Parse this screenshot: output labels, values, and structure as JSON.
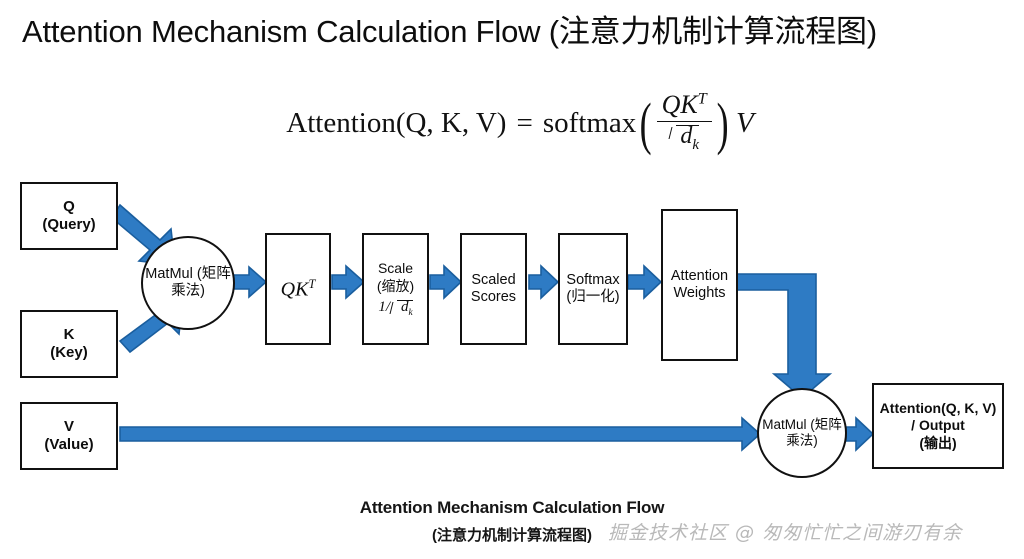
{
  "title": "Attention Mechanism Calculation Flow (注意力机制计算流程图)",
  "formula": {
    "lhs": "Attention(Q, K, V)",
    "equals": "=",
    "function": "softmax",
    "numerator": "QK",
    "numerator_sup": "T",
    "denominator_radicand": "d",
    "denominator_sub": "k",
    "trailing": "V",
    "plain_text": "Attention(Q, K, V) = softmax(QK^T / sqrt(d_k)) V"
  },
  "nodes": {
    "q": {
      "line1": "Q",
      "line2": "(Query)"
    },
    "k": {
      "line1": "K",
      "line2": "(Key)"
    },
    "v": {
      "line1": "V",
      "line2": "(Value)"
    },
    "matmul1": {
      "line1": "MatMul",
      "line2": "(矩阵乘法)"
    },
    "qkt": {
      "base": "QK",
      "sup": "T"
    },
    "scale": {
      "line1": "Scale",
      "line2": "(缩放)",
      "line3_prefix": "1/",
      "line3_radicand": "d",
      "line3_sub": "k"
    },
    "scaled_scores": {
      "line1": "Scaled",
      "line2": "Scores"
    },
    "softmax": {
      "line1": "Softmax",
      "line2": "(归一化)"
    },
    "attention_weights": {
      "line1": "Attention",
      "line2": "Weights"
    },
    "matmul2": {
      "line1": "MatMul",
      "line2": "(矩阵乘法)"
    },
    "output": {
      "line1": "Attention(Q, K, V)",
      "line2": "/ Output",
      "line3": "(输出)"
    }
  },
  "caption": {
    "english": "Attention Mechanism Calculation Flow",
    "chinese": "(注意力机制计算流程图)"
  },
  "watermark": "掘金技术社区 @ 匆匆忙忙之间游刃有余",
  "colors": {
    "arrow_fill": "#2E7BC4",
    "arrow_stroke": "#1A5E9E",
    "node_border": "#111111",
    "text": "#0d0d0d",
    "background": "#ffffff",
    "watermark": "#b9b9b9"
  }
}
